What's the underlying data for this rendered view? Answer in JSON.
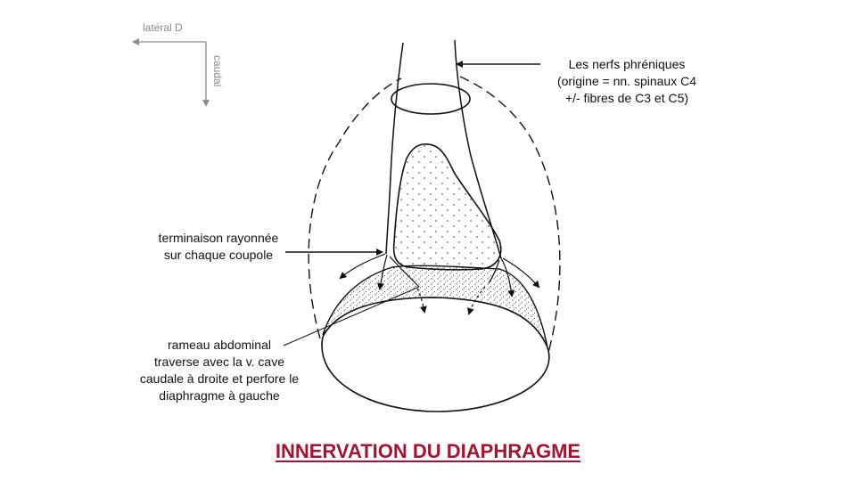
{
  "orientation": {
    "lateral_label": "latéral D",
    "caudal_label": "caudal"
  },
  "labels": {
    "phrenic": [
      "Les nerfs phréniques",
      "(origine = nn. spinaux C4",
      "+/- fibres de C3 et C5)"
    ],
    "terminal": [
      "terminaison rayonnée",
      "sur chaque coupole"
    ],
    "abdominal": [
      "rameau abdominal",
      "traverse avec la v. cave",
      "caudale à droite et perfore le",
      "diaphragme à gauche"
    ]
  },
  "title": "INNERVATION DU DIAPHRAGME",
  "colors": {
    "title": "#a31431",
    "axis": "#8c8c8c",
    "ink": "#111111"
  }
}
